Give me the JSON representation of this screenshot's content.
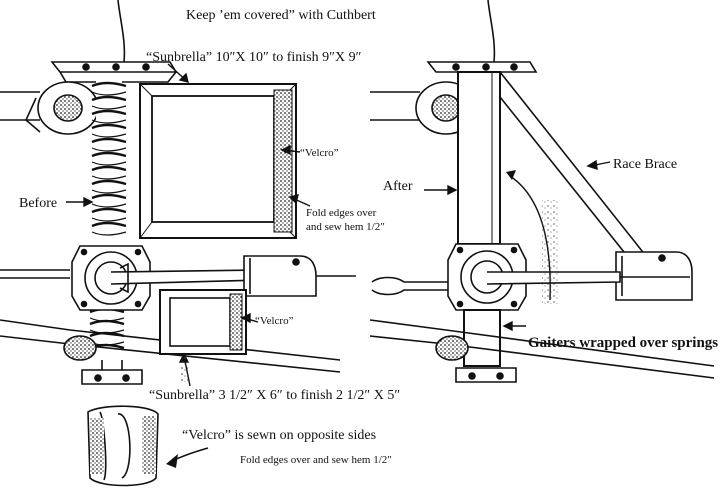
{
  "title": "Keep ’em covered” with Cuthbert",
  "panels": {
    "before": {
      "label": "Before",
      "large_cover_spec": "“Sunbrella” 10″X 10″ to finish 9″X 9″",
      "large_cover_velcro": "“Velcro”",
      "large_cover_fold_line1": "Fold edges over",
      "large_cover_fold_line2": "and sew hem 1/2″",
      "small_cover_velcro": "“Velcro”",
      "small_cover_spec": "“Sunbrella” 3 1/2″ X 6″ to finish 2 1/2″ X 5″"
    },
    "after": {
      "label": "After",
      "race_brace": "Race Brace",
      "gaiters": "Gaiters wrapped over springs"
    }
  },
  "footer": {
    "velcro_note": "“Velcro” is sewn on opposite sides",
    "fold_note": "Fold edges over and sew hem 1/2″"
  }
}
